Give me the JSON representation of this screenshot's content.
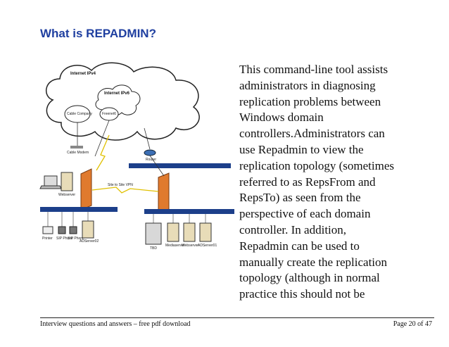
{
  "slide": {
    "title": "What is REPADMIN?",
    "body": "This command-line tool assists\nadministrators in diagnosing\nreplication problems between\nWindows domain\ncontrollers.Administrators can\nuse Repadmin to view the\nreplication topology (sometimes\nreferred to as RepsFrom and\nRepsTo) as seen from the\nperspective of each domain\ncontroller. In addition,\nRepadmin can be used to\nmanually create the replication\ntopology (although in normal\npractice this should not be"
  },
  "footer": {
    "left": "Interview questions and answers – free pdf download",
    "right": "Page 20 of 47"
  },
  "diagram": {
    "internet_ipv4": "Internet IPv4",
    "internet_ipv6": "Internet IPv6",
    "cable_company": "Cable Company",
    "freenet": "Freenet6",
    "cable_modem": "Cable Modem",
    "router": "Router",
    "vpn_label": "Site to Site VPN",
    "webserver": "Webserver",
    "printer": "Printer",
    "phone1": "SIP Phone",
    "phone2": "SIP Phone",
    "server_left": "ADServer02",
    "server_r1": "TBD",
    "server_r2": "Mediaserver",
    "server_r3": "Webserver",
    "server_r4": "ADServer01"
  },
  "colors": {
    "title": "#1f3fa0",
    "firewall": "#e07a2e",
    "bus": "#1c3f8a"
  }
}
